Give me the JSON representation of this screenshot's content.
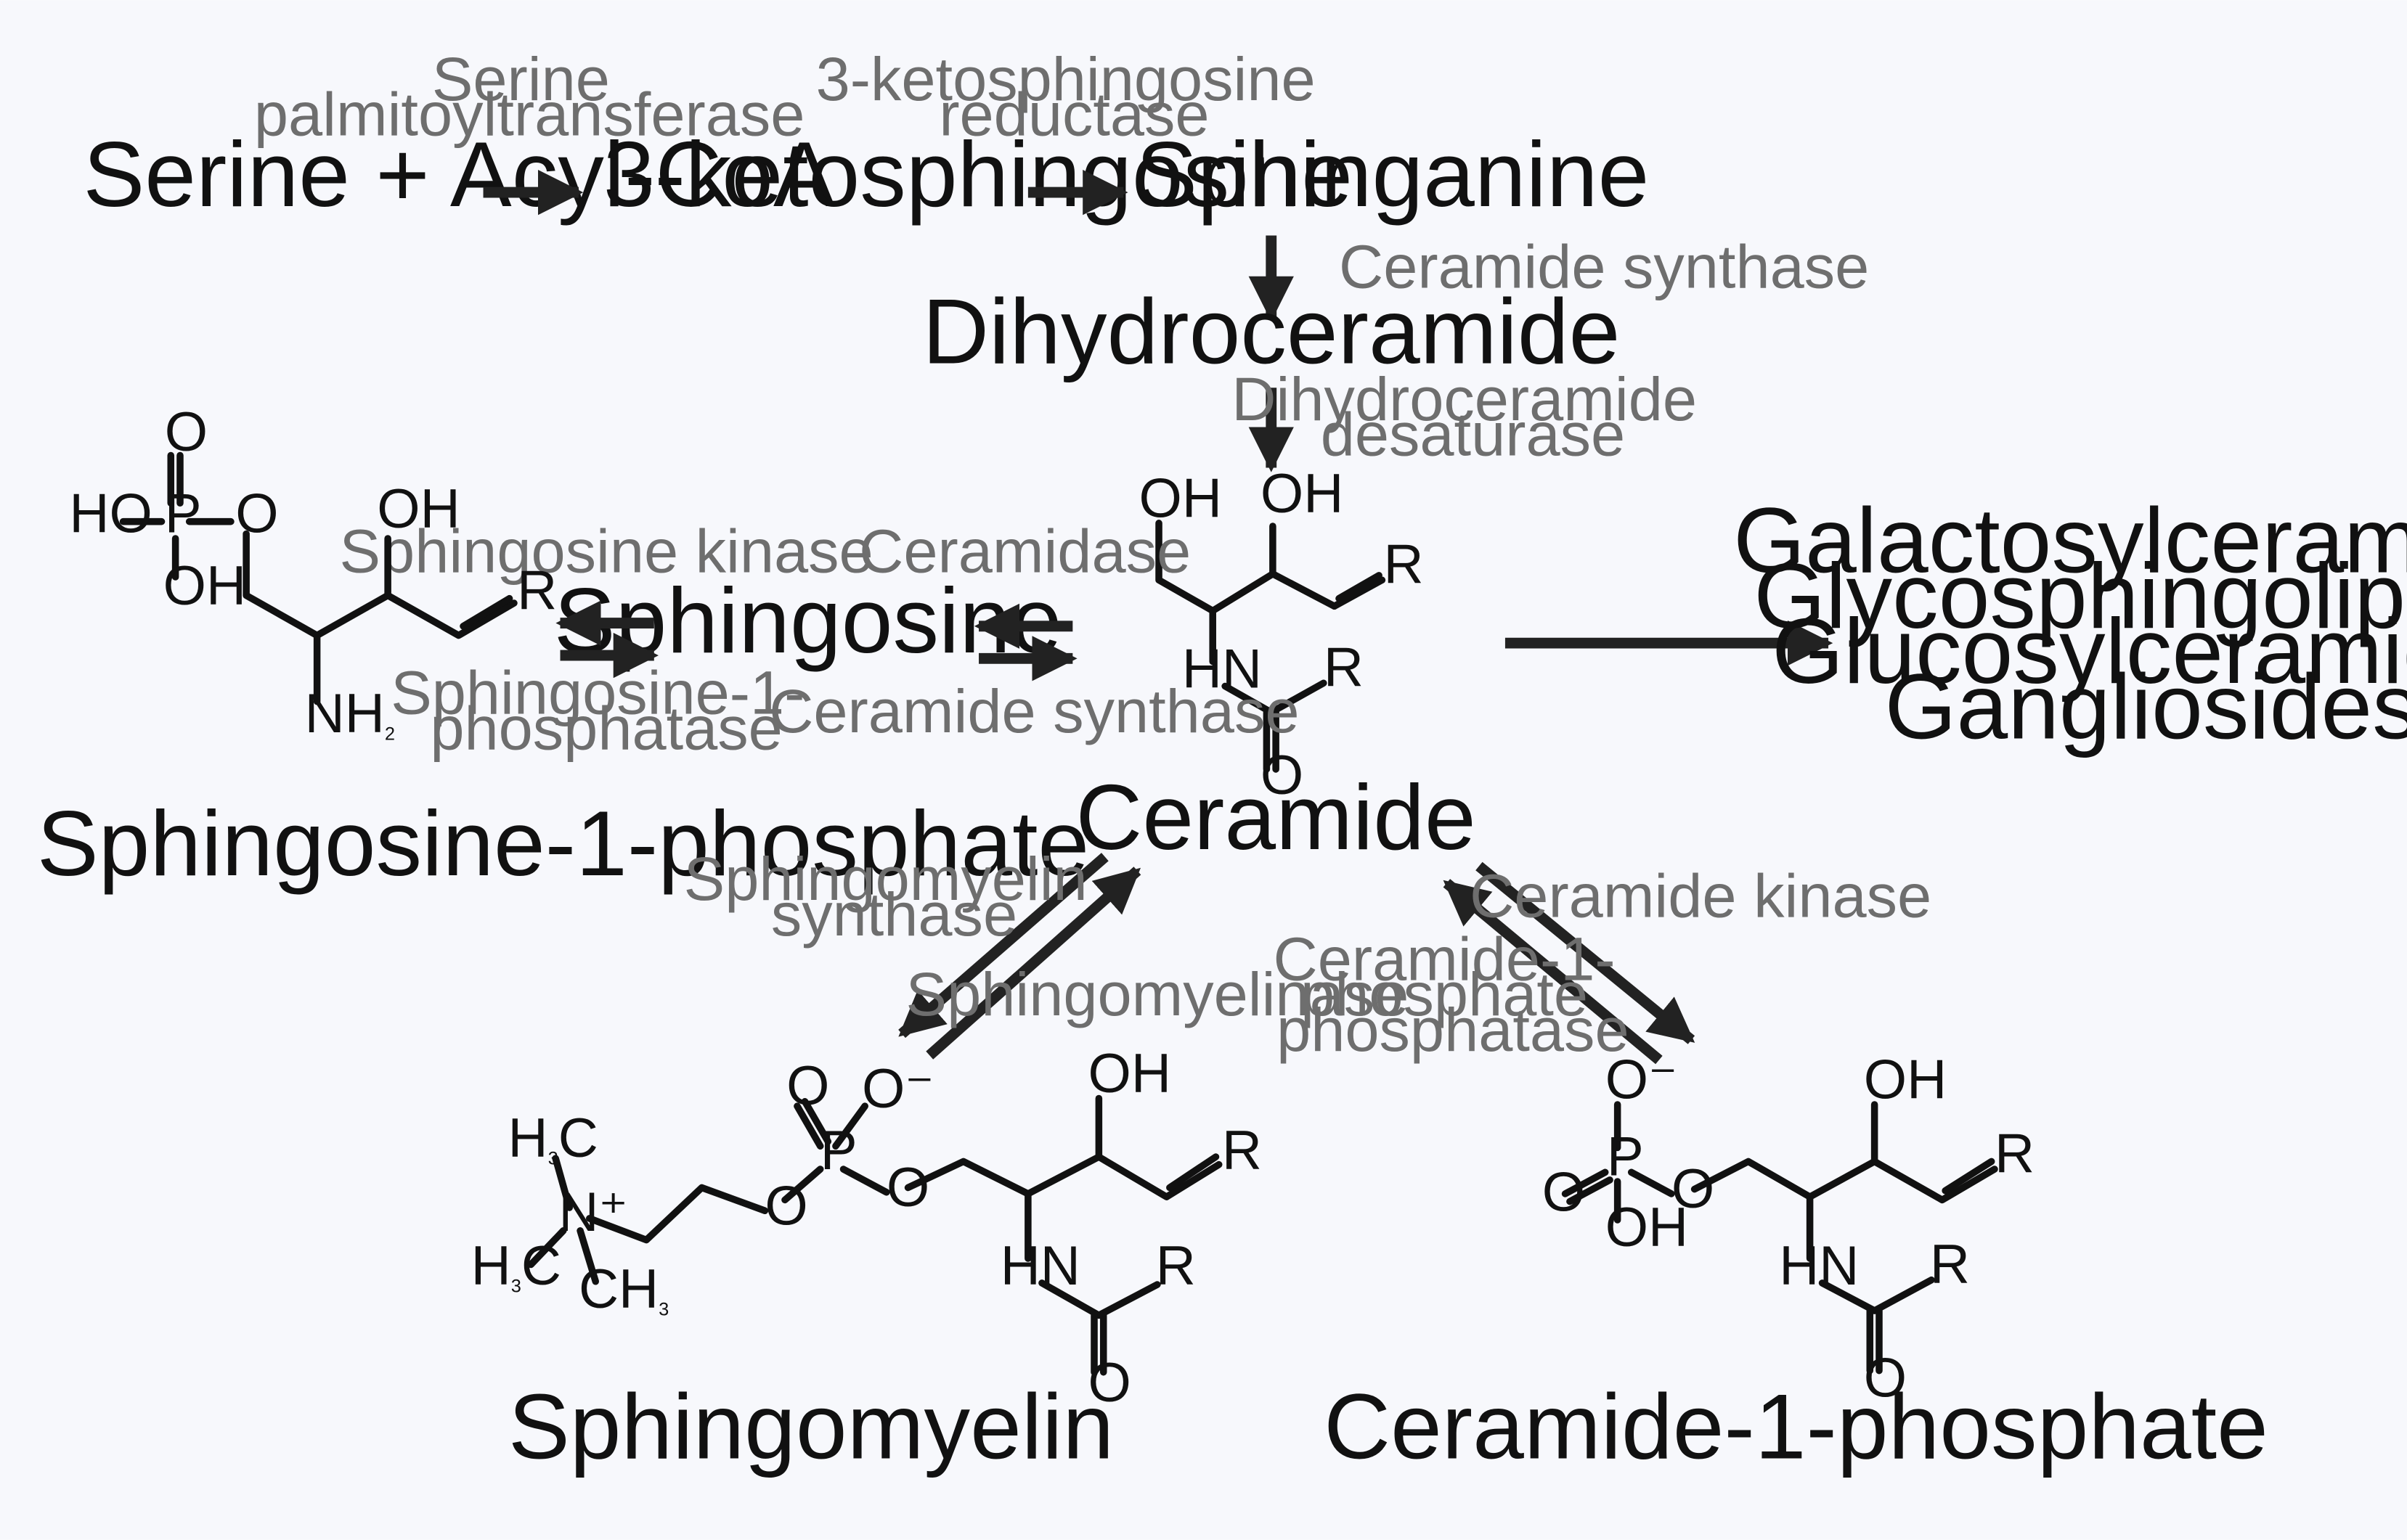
{
  "colors": {
    "background": "#f7f8fc",
    "text": "#111111",
    "enzyme_text": "#6e6e6e",
    "arrow": "#222222"
  },
  "nodes": {
    "serine_acylcoa": "Serine + Acyl-CoA",
    "ketosphingosine": "3-ketosphingosine",
    "sphinganine": "Sphinganine",
    "dihydroceramide": "Dihydroceramide",
    "ceramide": "Ceramide",
    "sphingosine": "Sphingosine",
    "sphingosine_1_phosphate": "Sphingosine-1-phosphate",
    "sphingomyelin": "Sphingomyelin",
    "ceramide_1_phosphate": "Ceramide-1-phosphate",
    "complex_lipids": [
      "Galactosylceramide",
      "Glycosphingolipids",
      "Glucosylceramide",
      "Gangliosides"
    ]
  },
  "enzymes": {
    "serine_palmitoyltransferase": [
      "Serine",
      "palmitoyltransferase"
    ],
    "ketosphingosine_reductase": [
      "3-ketosphingosine",
      "reductase"
    ],
    "ceramide_synthase_top": [
      "Ceramide synthase"
    ],
    "dihydroceramide_desaturase": [
      "Dihydroceramide",
      "desaturase"
    ],
    "sphingosine_kinase": [
      "Sphingosine kinase"
    ],
    "sphingosine_1_phosphatase": [
      "Sphingosine-1-",
      "phosphatase"
    ],
    "ceramidase": [
      "Ceramidase"
    ],
    "ceramide_synthase_mid": [
      "Ceramide synthase"
    ],
    "sphingomyelin_synthase": [
      "Sphingomyelin",
      "synthase"
    ],
    "sphingomyelinase": [
      "Sphingomyelinase"
    ],
    "ceramide_kinase": [
      "Ceramide kinase"
    ],
    "ceramide_1_phosphate_phosphatase": [
      "Ceramide-1-",
      "phosphate",
      "phosphatase"
    ]
  },
  "atoms": {
    "oh": "OH",
    "ho": "HO",
    "o": "O",
    "o_minus": "O⁻",
    "p": "P",
    "r": "R",
    "hn": "HN",
    "nh": "NH",
    "n_plus": "N⁺",
    "h": "H",
    "c": "C",
    "ch": "CH",
    "sub2": "2",
    "sub3": "3"
  },
  "icons": {
    "arrow": "solid-arrowhead"
  }
}
